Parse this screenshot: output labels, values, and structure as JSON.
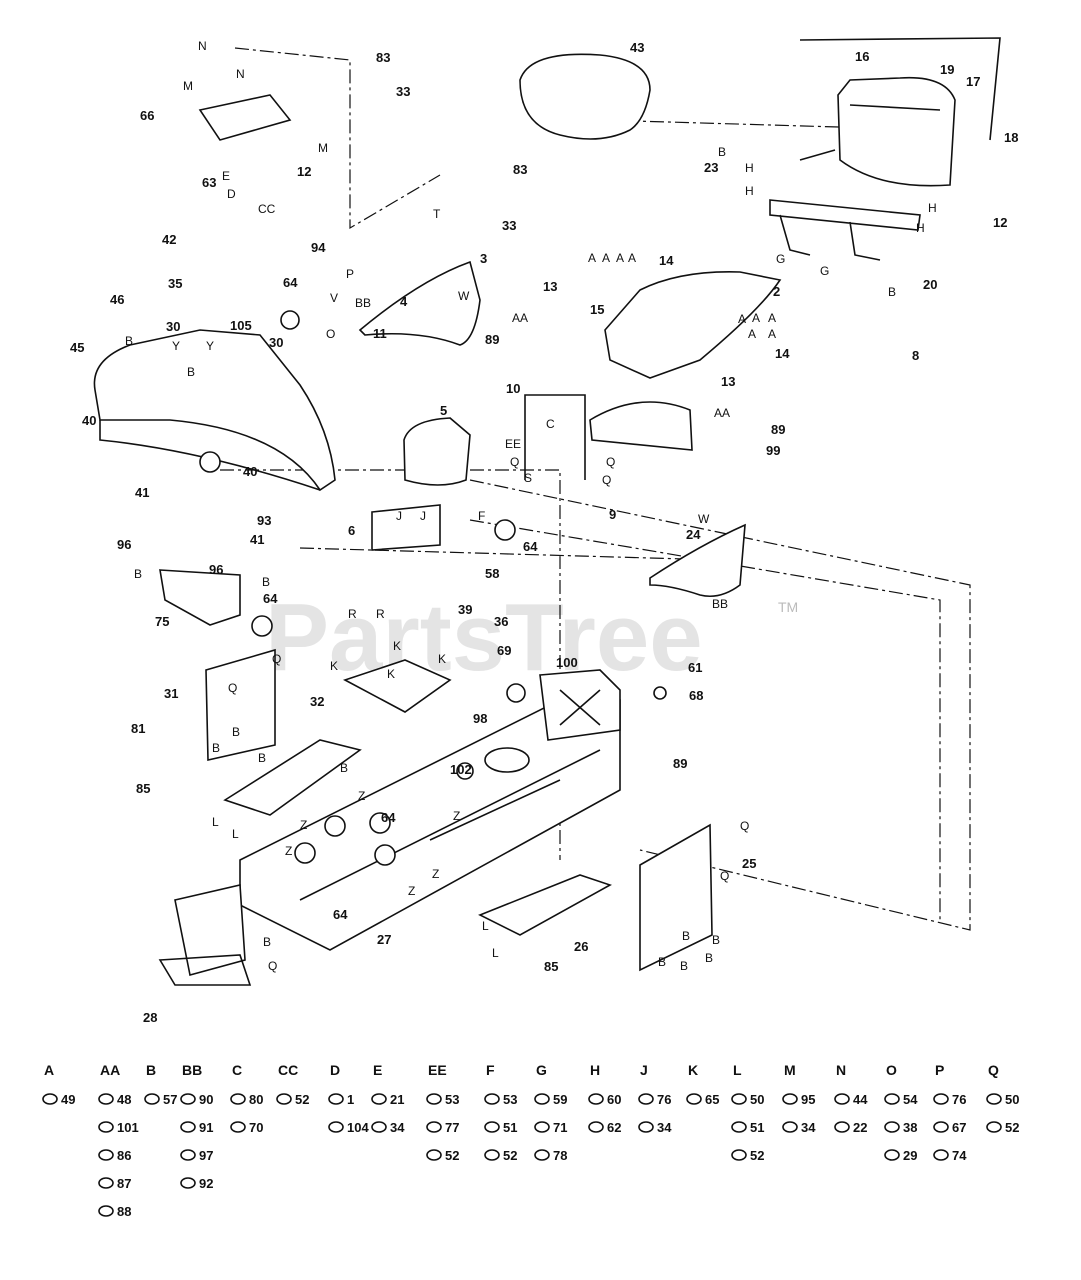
{
  "watermark": "PartsTree",
  "watermark_tm": "TM",
  "callouts": [
    "43",
    "16",
    "19",
    "17",
    "18",
    "83",
    "33",
    "83",
    "33",
    "66",
    "12",
    "63",
    "42",
    "94",
    "35",
    "46",
    "64",
    "30",
    "105",
    "30",
    "3",
    "23",
    "12",
    "20",
    "13",
    "14",
    "2",
    "15",
    "89",
    "8",
    "14",
    "13",
    "11",
    "4",
    "45",
    "40",
    "40",
    "10",
    "5",
    "89",
    "99",
    "9",
    "41",
    "93",
    "41",
    "96",
    "96",
    "6",
    "64",
    "58",
    "24",
    "75",
    "64",
    "39",
    "36",
    "69",
    "100",
    "61",
    "68",
    "31",
    "81",
    "32",
    "98",
    "102",
    "85",
    "64",
    "89",
    "25",
    "64",
    "27",
    "26",
    "85",
    "28"
  ],
  "letters": [
    "N",
    "M",
    "N",
    "M",
    "E",
    "D",
    "CC",
    "T",
    "V",
    "BB",
    "W",
    "O",
    "P",
    "B",
    "Y",
    "Y",
    "B",
    "A",
    "A",
    "A",
    "A",
    "AA",
    "A",
    "A",
    "A",
    "AA",
    "B",
    "B",
    "H",
    "H",
    "H",
    "H",
    "G",
    "G",
    "A",
    "A",
    "C",
    "EE",
    "Q",
    "S",
    "Q",
    "Q",
    "F",
    "J",
    "J",
    "W",
    "BB",
    "B",
    "B",
    "R",
    "R",
    "K",
    "K",
    "K",
    "K",
    "Q",
    "Q",
    "B",
    "B",
    "B",
    "B",
    "Z",
    "Z",
    "Z",
    "L",
    "L",
    "Z",
    "Z",
    "Z",
    "Q",
    "Q",
    "B",
    "B",
    "B",
    "B",
    "B",
    "L",
    "L",
    "B",
    "Q"
  ],
  "hardware_legend": [
    {
      "key": "A",
      "parts": [
        "49"
      ]
    },
    {
      "key": "AA",
      "parts": [
        "48",
        "101",
        "86",
        "87",
        "88"
      ]
    },
    {
      "key": "B",
      "parts": [
        "57"
      ]
    },
    {
      "key": "BB",
      "parts": [
        "90",
        "91",
        "97",
        "92"
      ]
    },
    {
      "key": "C",
      "parts": [
        "80",
        "70"
      ]
    },
    {
      "key": "CC",
      "parts": [
        "52"
      ]
    },
    {
      "key": "D",
      "parts": [
        "1",
        "104"
      ]
    },
    {
      "key": "E",
      "parts": [
        "21",
        "34"
      ]
    },
    {
      "key": "EE",
      "parts": [
        "53",
        "77",
        "52"
      ]
    },
    {
      "key": "F",
      "parts": [
        "53",
        "51",
        "52"
      ]
    },
    {
      "key": "G",
      "parts": [
        "59",
        "71",
        "78"
      ]
    },
    {
      "key": "H",
      "parts": [
        "60",
        "62"
      ]
    },
    {
      "key": "J",
      "parts": [
        "76",
        "34"
      ]
    },
    {
      "key": "K",
      "parts": [
        "65"
      ]
    },
    {
      "key": "L",
      "parts": [
        "50",
        "51",
        "52"
      ]
    },
    {
      "key": "M",
      "parts": [
        "95",
        "34"
      ]
    },
    {
      "key": "N",
      "parts": [
        "44",
        "22"
      ]
    },
    {
      "key": "O",
      "parts": [
        "54",
        "38",
        "29"
      ]
    },
    {
      "key": "P",
      "parts": [
        "76",
        "67",
        "74"
      ]
    },
    {
      "key": "Q",
      "parts": [
        "50",
        "52"
      ]
    }
  ]
}
